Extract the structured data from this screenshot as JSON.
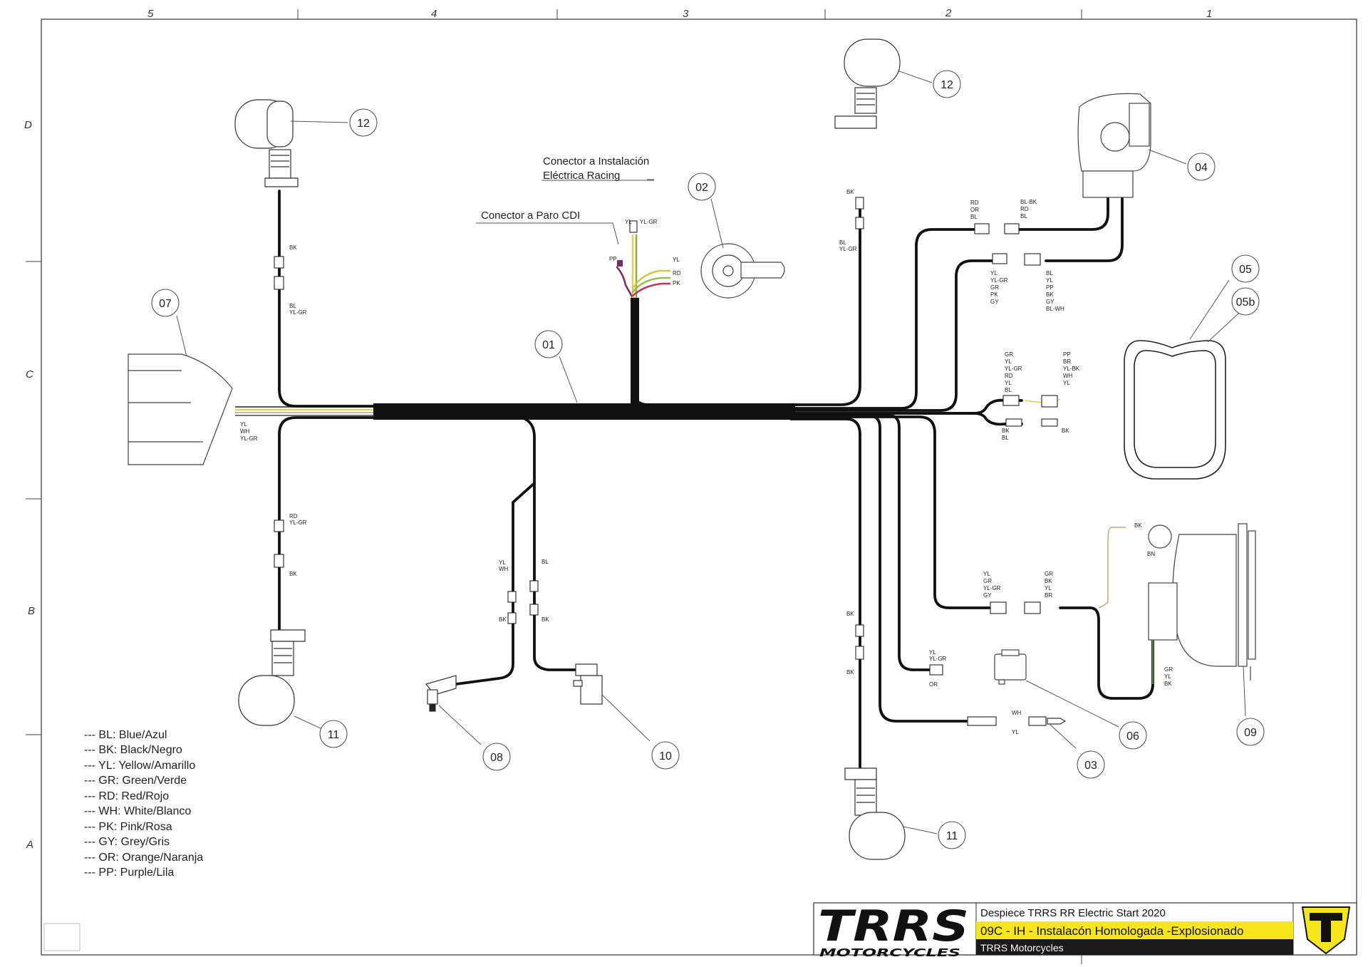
{
  "grid": {
    "columns": [
      "5",
      "4",
      "3",
      "2",
      "1"
    ],
    "rows": [
      "D",
      "C",
      "B",
      "A"
    ]
  },
  "callouts": {
    "c01": "01",
    "c02": "02",
    "c03": "03",
    "c04": "04",
    "c05": "05",
    "c05b": "05b",
    "c06": "06",
    "c07": "07",
    "c08": "08",
    "c09": "09",
    "c10": "10",
    "c11a": "11",
    "c11b": "11",
    "c12a": "12",
    "c12b": "12"
  },
  "notes": {
    "racing_line1": "Conector a Instalación",
    "racing_line2": "Eléctrica Racing",
    "cdi": "Conector a Paro CDI"
  },
  "wire_labels": {
    "bk": "BK",
    "bl": "BL",
    "yl": "YL",
    "wh": "WH",
    "gr": "GR",
    "rd": "RD",
    "pk": "PK",
    "gy": "GY",
    "or": "OR",
    "pp": "PP",
    "br": "BR",
    "bn": "BN",
    "ylgr": "YL-GR",
    "blbk": "BL-BK",
    "ylbk": "YL-BK",
    "blwh": "BL-WH"
  },
  "legend": [
    "--- BL: Blue/Azul",
    "--- BK: Black/Negro",
    "--- YL: Yellow/Amarillo",
    "--- GR: Green/Verde",
    "--- RD: Red/Rojo",
    "--- WH: White/Blanco",
    "--- PK: Pink/Rosa",
    "--- GY: Grey/Gris",
    "--- OR: Orange/Naranja",
    "--- PP: Purple/Lila"
  ],
  "title_block": {
    "logo_main": "TRRS",
    "logo_sub": "MOTORCYCLES",
    "title": "Despiece TRRS RR Electric Start 2020",
    "subtitle": "09C - IH - Instalacón Homologada -Explosionado",
    "company": "TRRS Motorcycles",
    "highlight_color": "#f7e61b",
    "band_color": "#1a1a1a"
  }
}
